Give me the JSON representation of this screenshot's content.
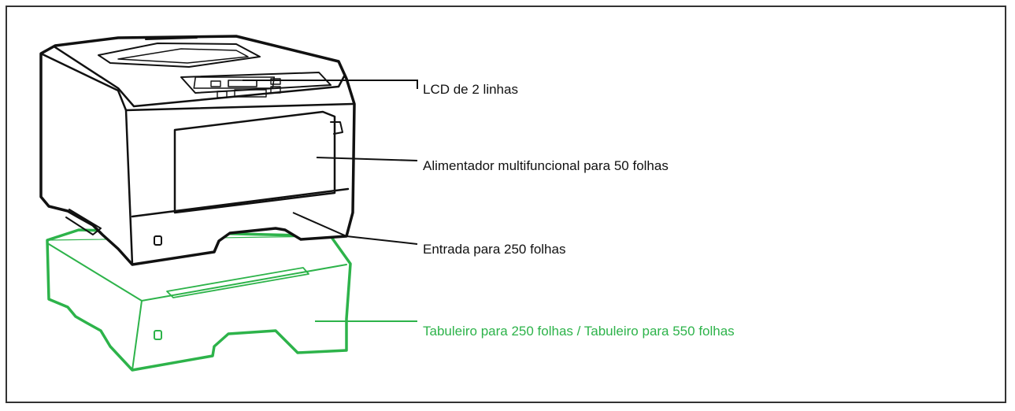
{
  "colors": {
    "printer": "#111111",
    "option": "#2db34a",
    "leader": "#111111"
  },
  "callouts": {
    "lcd": "LCD de 2 linhas",
    "mpf": "Alimentador multifuncional para 50 folhas",
    "tray": "Entrada para 250 folhas",
    "optional_tray": "Tabuleiro para 250 folhas / Tabuleiro para 550 folhas"
  }
}
